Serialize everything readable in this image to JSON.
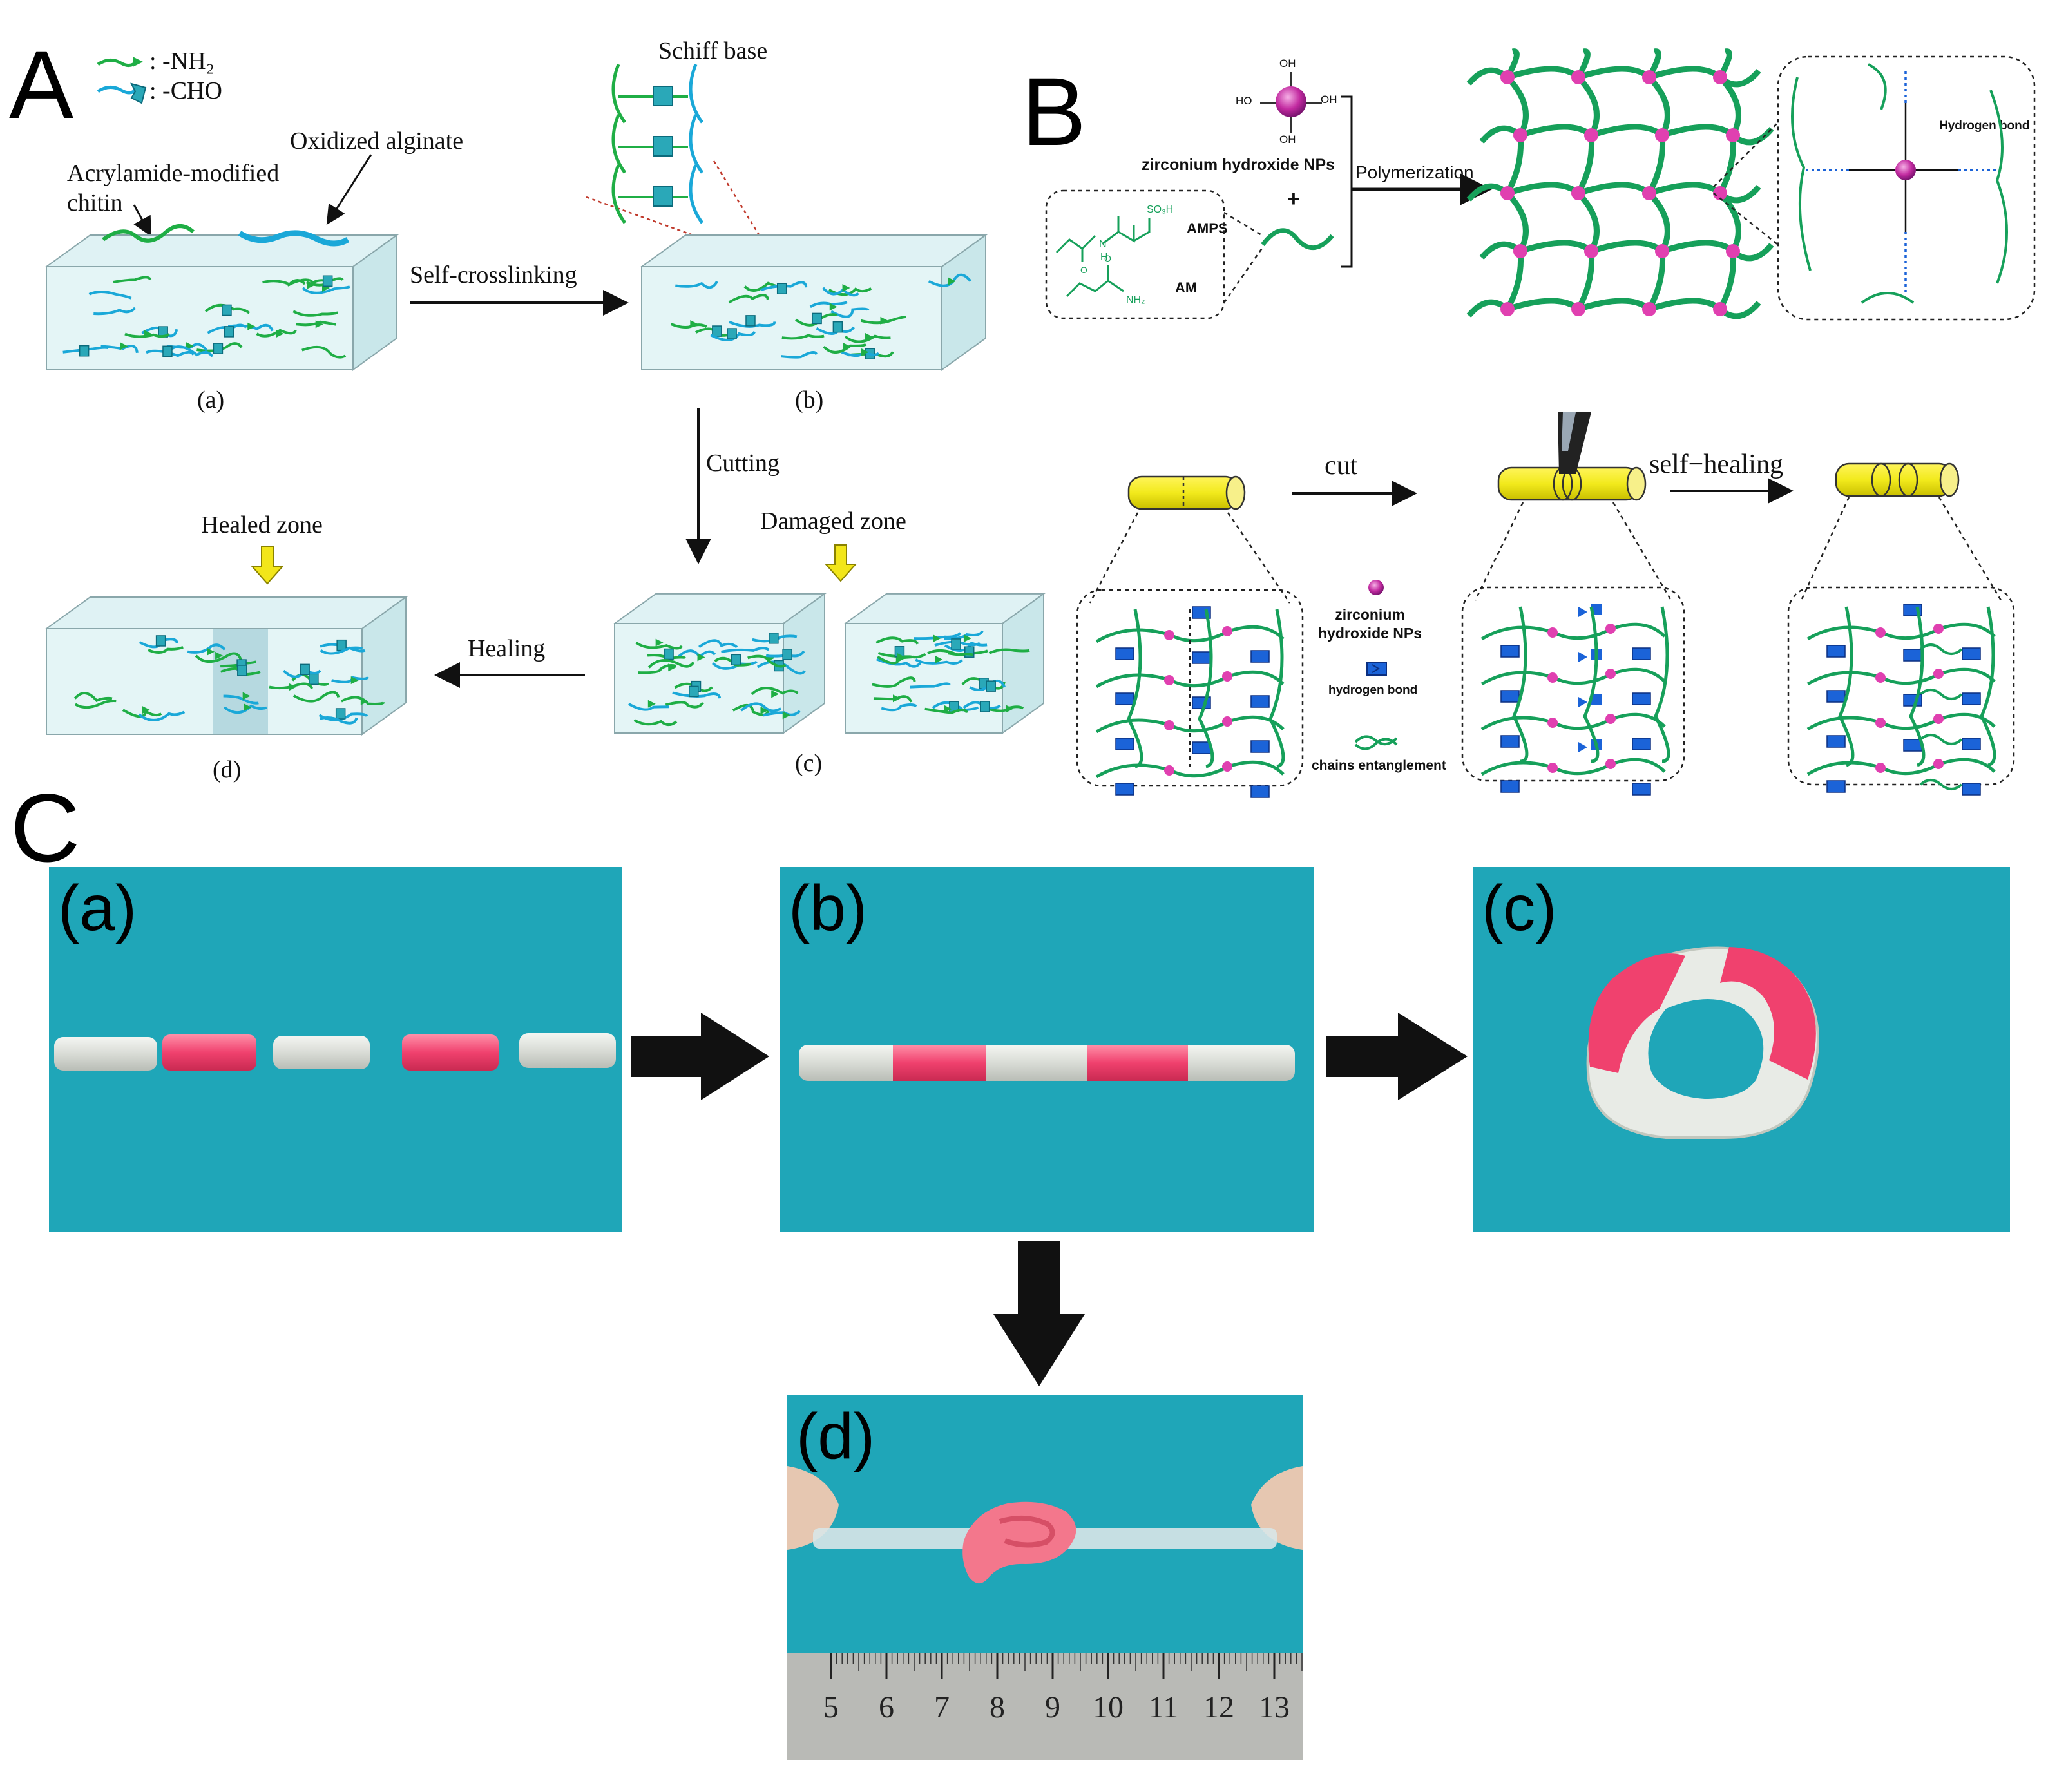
{
  "panel_a": {
    "letter": "A",
    "legend": {
      "nh2": ": -NH₂",
      "cho": ": -CHO"
    },
    "labels": {
      "acrylamide": "Acrylamide-modified",
      "chitin": "chitin",
      "oxidized_alginate": "Oxidized alginate",
      "schiff_base": "Schiff base",
      "self_crosslinking": "Self-crosslinking",
      "cutting": "Cutting",
      "damaged_zone": "Damaged zone",
      "healed_zone": "Healed zone",
      "healing": "Healing"
    },
    "sub": {
      "a": "(a)",
      "b": "(b)",
      "c": "(c)",
      "d": "(d)"
    }
  },
  "panel_b": {
    "letter": "B",
    "oh_top": "OH",
    "oh_left": "HO",
    "oh_right": "OH",
    "oh_bottom": "OH",
    "zr_label": "zirconium hydroxide NPs",
    "plus": "+",
    "so3h": "SO₃H",
    "nh_label": "N",
    "h_label": "H",
    "nh2": "NH₂",
    "ampss": "AMPS",
    "am": "AM",
    "polymerization": "Polymerization",
    "hbond": "Hydrogen bond",
    "cut": "cut",
    "self_healing": "self−healing",
    "legend_zr": "zirconium\nhydroxide NPs",
    "legend_hb": "hydrogen bond",
    "legend_ent": "chains entanglement"
  },
  "panel_c": {
    "letter": "C",
    "tags": {
      "a": "(a)",
      "b": "(b)",
      "c": "(c)",
      "d": "(d)"
    },
    "ruler": [
      "5",
      "6",
      "7",
      "8",
      "9",
      "10",
      "11",
      "12",
      "13"
    ]
  },
  "colors": {
    "green": "#1fae45",
    "blue": "#1aa8d8",
    "teal_photo": "#1fa6b8",
    "network_green": "#16a05a",
    "node_pink": "#e040b0",
    "rod_yellow": "#f2ea1c",
    "hb_blue": "#1b63d8",
    "gel_pink": "#f05a80",
    "arrow_yellow": "#f2e61a"
  }
}
